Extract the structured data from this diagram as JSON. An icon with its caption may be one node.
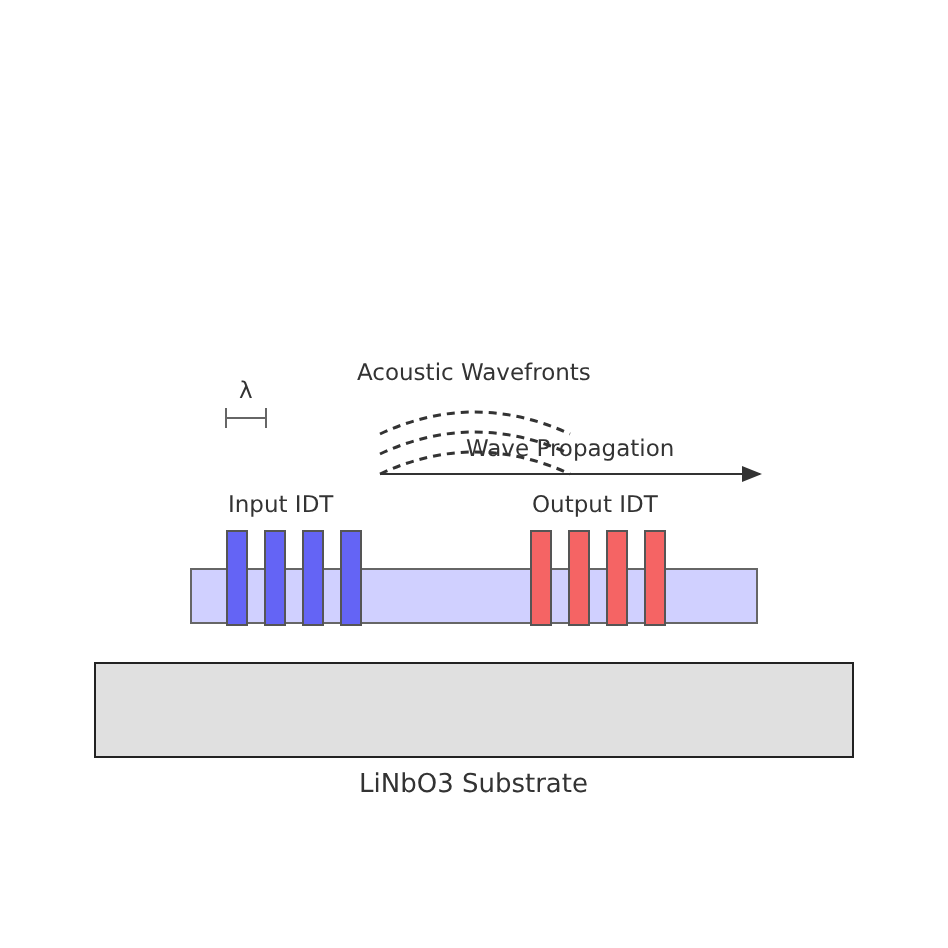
{
  "diagram": {
    "nodes": [
      {
        "text": [
          "Input IDT"
        ]
      },
      {
        "text": [
          "Output IDT"
        ]
      },
      {
        "text": [],
        "shape": "bar"
      },
      {
        "text": [
          "LiNbO3 Substrate"
        ]
      }
    ],
    "labels": [
      "λ",
      "Acoustic Wavefronts",
      "Wave Propagation"
    ]
  }
}
